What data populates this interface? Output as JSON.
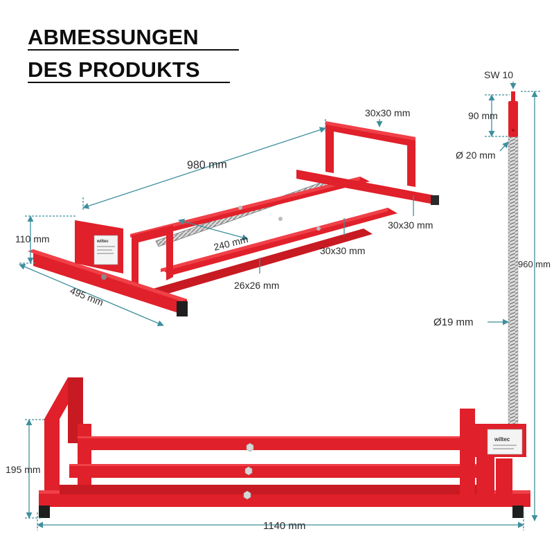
{
  "title": {
    "line1": "ABMESSUNGEN",
    "line2": "DES PRODUKTS"
  },
  "colors": {
    "frame": "#e0202a",
    "frame_dark": "#a8141c",
    "dimension": "#3f8f9c",
    "text": "#2a2a2a"
  },
  "top_view": {
    "length": "980 mm",
    "top_tube": "30x30 mm",
    "side_tube": "30x30 mm",
    "middle_tube": "30x30 mm",
    "inner_width": "240 mm",
    "inner_tube": "26x26 mm",
    "height": "110 mm",
    "width": "495 mm",
    "label_brand": "wiltec"
  },
  "crank": {
    "wrench_size": "SW 10",
    "top_length": "90 mm",
    "top_diameter": "Ø 20 mm",
    "rod_diameter": "Ø19 mm",
    "total_height": "960 mm"
  },
  "front_view": {
    "height": "195 mm",
    "total_length": "1140 mm",
    "label_brand": "wiltec"
  }
}
